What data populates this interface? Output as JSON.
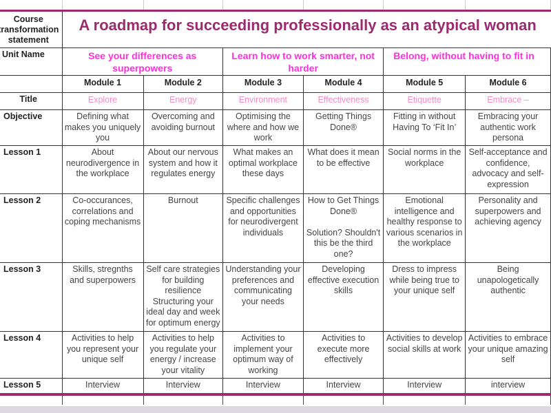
{
  "sheet": {
    "transformation_label": "Course\ntransformation\nstatement",
    "main_title": "A roadmap for succeeding professionally as an atypical woman",
    "unit_name_label": "Unit Name",
    "units": [
      "See your differences as superpowers",
      "Learn how to work smarter, not harder",
      "Belong, without having to fit in"
    ],
    "modules": [
      "Module 1",
      "Module 2",
      "Module 3",
      "Module 4",
      "Module 5",
      "Module 6"
    ],
    "title_label": "Title",
    "titles": [
      "Explore",
      "Energy",
      "Environment",
      "Effectiveness",
      "Etiquette",
      "Embrace –"
    ],
    "rows": [
      {
        "label": "Objective",
        "cells": [
          "Defining what makes you uniquely you",
          "Overcoming and avoiding burnout",
          "Optimising the where and how we work",
          "Getting Things Done®",
          "Fitting in without Having To ‘Fit In’",
          "Embracing your authentic work persona"
        ]
      },
      {
        "label": "Lesson 1",
        "cells": [
          "About neurodivergence in the workplace",
          "About our nervous system and how it regulates energy",
          "What makes an optimal workplace these days",
          "What does it mean to be effective",
          "Social norms in the workplace",
          "Self-acceptance and confidence, advocacy and self-expression"
        ]
      },
      {
        "label": "Lesson 2",
        "cells": [
          "Co-occurances, correlations and coping mechanisms",
          "Burnout",
          "Specific challenges and opportunities for neurodivergent individuals",
          "How to Get Things Done®\n\nSolution? Shouldn't this be the third one?",
          "Emotional intelligence and healthy response to various scenarios in the workplace",
          "Personality and superpowers and achieving agency"
        ]
      },
      {
        "label": "Lesson 3",
        "cells": [
          "Skills, stregnths and superpowers",
          "Self care strategies for building resilience Structuring your ideal day and week for optimum energy",
          "Understanding your preferences and communicating your needs",
          "Developing effective execution skills",
          "Dress to impress while being true to your unique self",
          "Being unapologetically authentic"
        ]
      },
      {
        "label": "Lesson 4",
        "cells": [
          "Activities to help you represent your unique self",
          "Activities to help you regulate your energy / increase your vitality",
          "Activities to implement your optimum way of working",
          "Activities to execute more effectively",
          "Activities to develop social skills at work",
          "Activities to embrace your unique amazing self"
        ]
      },
      {
        "label": "Lesson 5",
        "cells": [
          "Interview",
          "Interview",
          "Interview",
          "Interview",
          "Interview",
          "interview"
        ]
      }
    ]
  },
  "colors": {
    "title": "#9b2a6e",
    "unit": "#ff2ee0",
    "module_title": "#f48cc4",
    "text": "#444444"
  }
}
